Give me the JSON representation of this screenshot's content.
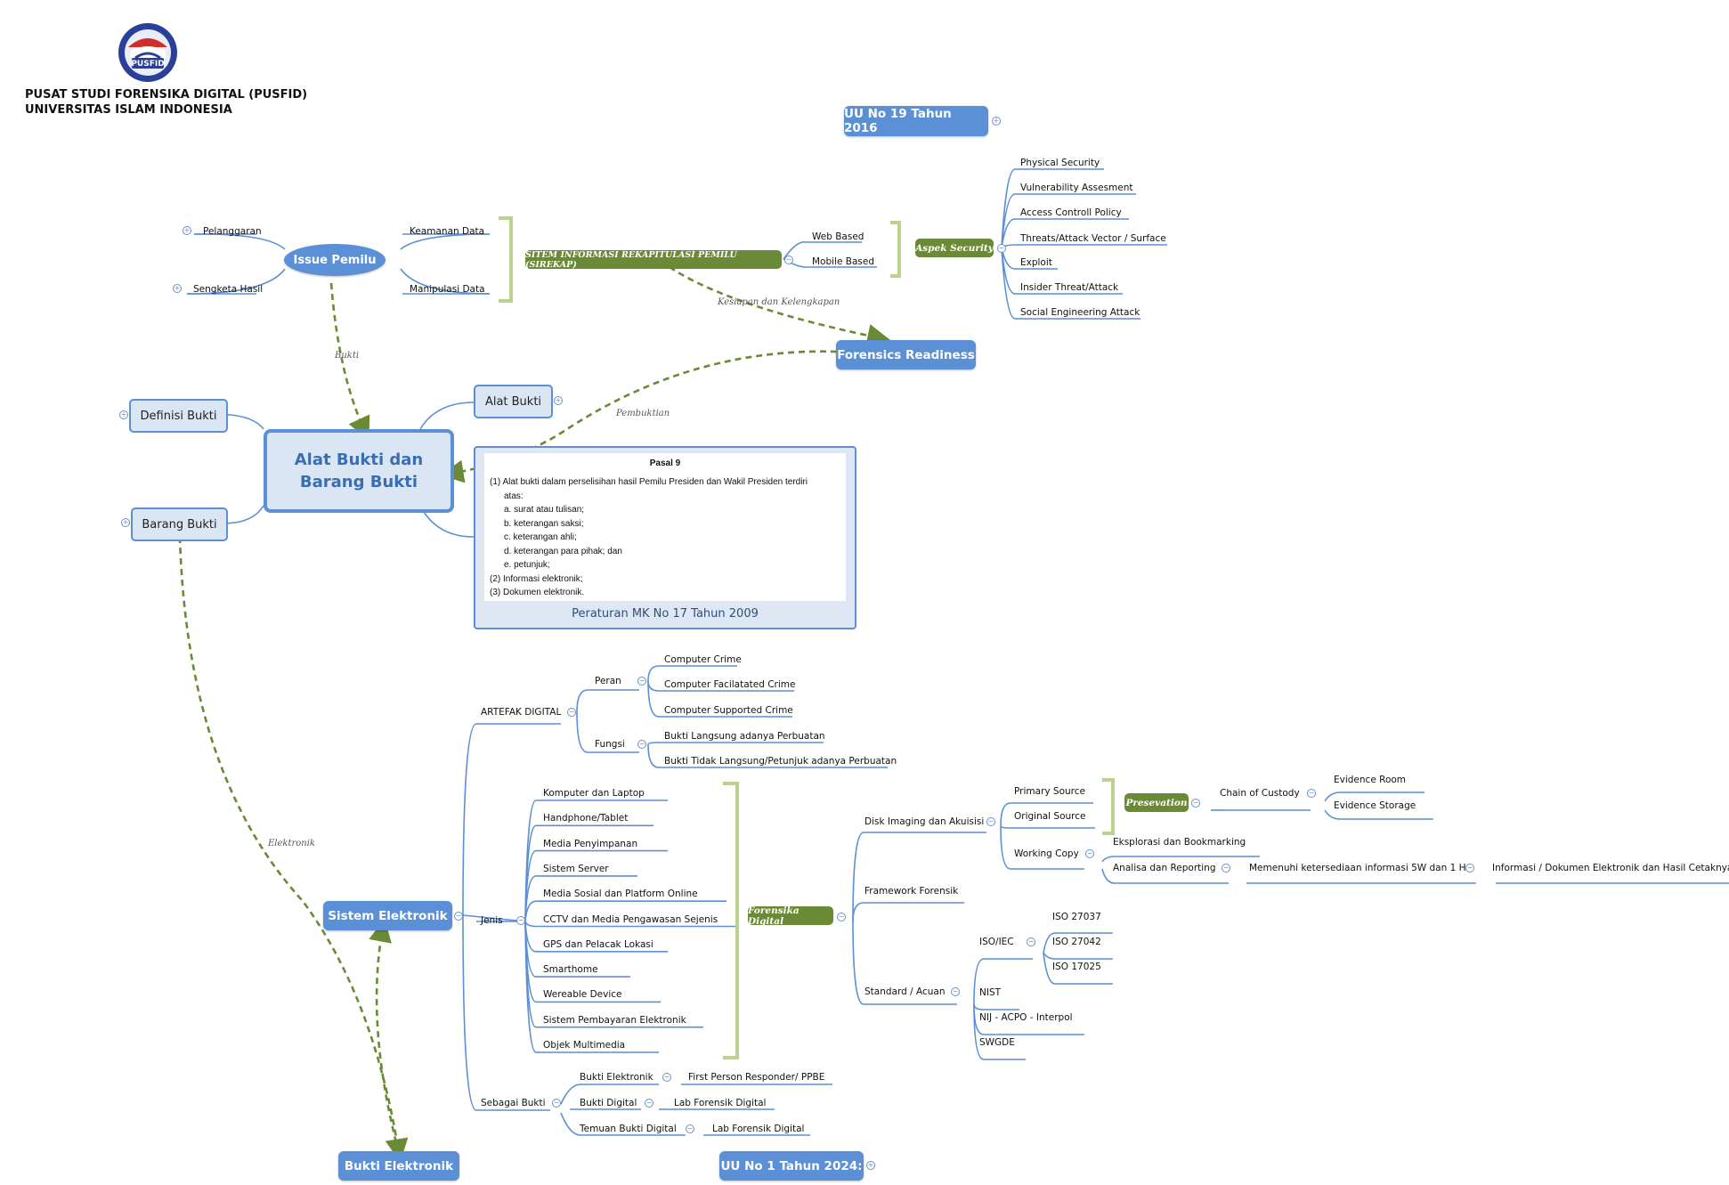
{
  "header": {
    "logo_text": "PUSFID",
    "line1": "PUSAT STUDI FORENSIKA DIGITAL (PUSFID)",
    "line2": "UNIVERSITAS ISLAM INDONESIA"
  },
  "colors": {
    "accent_blue": "#5b8fd6",
    "pale_blue": "#dbe6f5",
    "accent_green": "#6a8a35",
    "bracket_green": "#b9d38f",
    "line_blue": "#5b8fd6"
  },
  "central": {
    "label": "Alat Bukti dan Barang Bukti"
  },
  "top_nodes": {
    "uu_2016": "UU No 19 Tahun 2016",
    "uu_2024": "UU No 1 Tahun 2024:",
    "forensics_readiness": "Forensics Readiness",
    "issue_pemilu": "Issue Pemilu",
    "sistem_elektronik": "Sistem Elektronik",
    "bukti_elektronik": "Bukti Elektronik"
  },
  "issue_pemilu": {
    "left": [
      "Pelanggaran",
      "Sengketa Hasil"
    ],
    "right": [
      "Keamanan Data",
      "Manipulasi Data"
    ]
  },
  "sirekap": {
    "label": "SITEM INFORMASI REKAPITULASI PEMILU (SIREKAP)",
    "children": [
      "Web Based",
      "Mobile Based"
    ]
  },
  "aspek_security": {
    "label": "Aspek Security",
    "children": [
      "Physical Security",
      "Vulnerability Assesment",
      "Access Controll Policy",
      "Threats/Attack Vector / Surface",
      "Exploit",
      "Insider Threat/Attack",
      "Social Engineering Attack"
    ]
  },
  "relations": {
    "bukti": "Bukti",
    "kesiapan": "Kesiapan dan Kelengkapan",
    "pembuktian": "Pembuktian",
    "elektronik": "Elektronik"
  },
  "side_nodes": {
    "definisi_bukti": "Definisi Bukti",
    "barang_bukti": "Barang Bukti",
    "alat_bukti": "Alat Bukti"
  },
  "pasal": {
    "title": "Pasal 9",
    "lines": [
      "(1)  Alat bukti dalam perselisihan hasil Pemilu Presiden dan Wakil Presiden terdiri",
      "atas:",
      "a.   surat atau tulisan;",
      "b.   keterangan saksi;",
      "c.   keterangan ahli;",
      "d.   keterangan para pihak; dan",
      "e.   petunjuk;",
      "(2) Informasi elektronik;",
      "(3) Dokumen elektronik."
    ],
    "caption": "Peraturan MK No 17 Tahun 2009"
  },
  "artefak": {
    "label": "ARTEFAK DIGITAL",
    "peran": {
      "label": "Peran",
      "children": [
        "Computer Crime",
        "Computer Facilatated Crime",
        "Computer Supported Crime"
      ]
    },
    "fungsi": {
      "label": "Fungsi",
      "children": [
        "Bukti Langsung adanya Perbuatan",
        "Bukti Tidak Langsung/Petunjuk adanya Perbuatan"
      ]
    }
  },
  "jenis": {
    "label": "Jenis",
    "children": [
      "Komputer dan Laptop",
      "Handphone/Tablet",
      "Media Penyimpanan",
      "Sistem Server",
      "Media Sosial dan Platform Online",
      "CCTV dan Media Pengawasan Sejenis",
      "GPS dan Pelacak Lokasi",
      "Smarthome",
      "Wereable Device",
      "Sistem Pembayaran Elektronik",
      "Objek Multimedia"
    ]
  },
  "sebagai_bukti": {
    "label": "Sebagai Bukti",
    "rows": [
      {
        "a": "Bukti Elektronik",
        "b": "First Person Responder/ PPBE"
      },
      {
        "a": "Bukti Digital",
        "b": "Lab Forensik Digital"
      },
      {
        "a": "Temuan Bukti Digital",
        "b": "Lab Forensik Digital"
      }
    ]
  },
  "forensika_digital": {
    "label": "Forensika Digital",
    "disk": {
      "label": "Disk Imaging dan Akuisisi",
      "children": [
        "Primary Source",
        "Original Source",
        "Working Copy"
      ]
    },
    "presevation": "Presevation",
    "chain": "Chain of Custody",
    "evidence": [
      "Evidence Room",
      "Evidence Storage"
    ],
    "working_children": [
      "Eksplorasi dan Bookmarking",
      "Analisa dan Reporting"
    ],
    "memenuhi": "Memenuhi ketersediaan informasi 5W dan 1 H",
    "informasi": "Informasi / Dokumen Elektronik dan Hasil Cetaknya",
    "framework": "Framework Forensik",
    "standard": {
      "label": "Standard / Acuan",
      "iso_label": "ISO/IEC",
      "iso": [
        "ISO 27037",
        "ISO 27042",
        "ISO 17025"
      ],
      "others": [
        "NIST",
        "NIJ - ACPO - Interpol",
        "SWGDE"
      ]
    }
  }
}
